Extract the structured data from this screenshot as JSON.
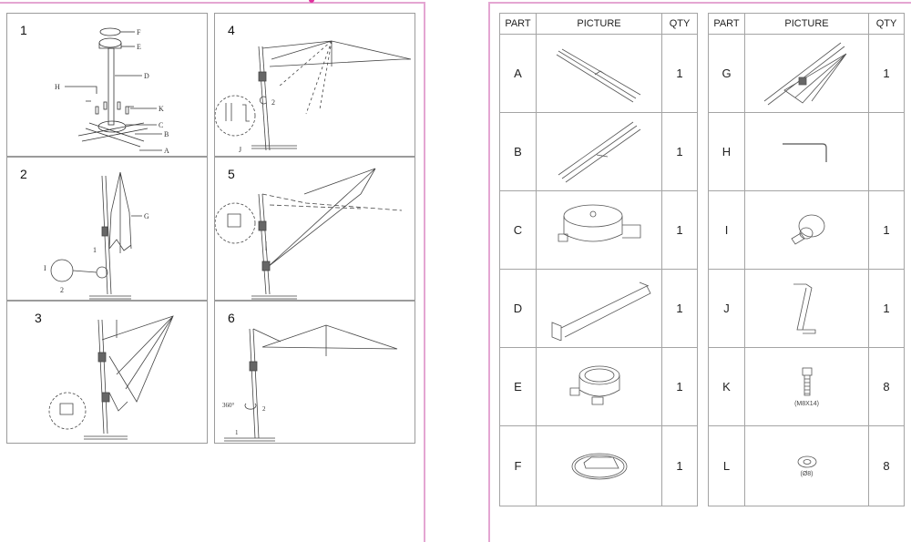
{
  "steps": [
    {
      "number": "1",
      "labels": [
        "F",
        "E",
        "D",
        "H",
        "K",
        "C",
        "B",
        "A"
      ]
    },
    {
      "number": "2",
      "labels": [
        "G",
        "I",
        "1",
        "2"
      ]
    },
    {
      "number": "3",
      "labels": []
    },
    {
      "number": "4",
      "labels": [
        "J",
        "2"
      ]
    },
    {
      "number": "5",
      "labels": []
    },
    {
      "number": "6",
      "labels": [
        "360°",
        "2",
        "1"
      ]
    }
  ],
  "parts_table": {
    "headers": {
      "part": "PART",
      "picture": "PICTURE",
      "qty": "QTY"
    },
    "left": [
      {
        "part": "A",
        "picture": "base-bar-icon",
        "note": "",
        "qty": "1"
      },
      {
        "part": "B",
        "picture": "base-bar-notched-icon",
        "note": "",
        "qty": "1"
      },
      {
        "part": "C",
        "picture": "rotating-base-icon",
        "note": "",
        "qty": "1"
      },
      {
        "part": "D",
        "picture": "pole-icon",
        "note": "",
        "qty": "1"
      },
      {
        "part": "E",
        "picture": "pole-cap-icon",
        "note": "",
        "qty": "1"
      },
      {
        "part": "F",
        "picture": "cover-ring-icon",
        "note": "",
        "qty": "1"
      }
    ],
    "right": [
      {
        "part": "G",
        "picture": "umbrella-canopy-icon",
        "note": "",
        "qty": "1"
      },
      {
        "part": "H",
        "picture": "allen-key-icon",
        "note": "",
        "qty": ""
      },
      {
        "part": "I",
        "picture": "knob-screw-icon",
        "note": "",
        "qty": "1"
      },
      {
        "part": "J",
        "picture": "crank-handle-icon",
        "note": "",
        "qty": "1"
      },
      {
        "part": "K",
        "picture": "bolt-icon",
        "note": "(M8X14)",
        "qty": "8"
      },
      {
        "part": "L",
        "picture": "washer-icon",
        "note": "(Ø8)",
        "qty": "8"
      }
    ]
  },
  "colors": {
    "page_border": "#e4a6d2",
    "line": "#a4a4a4",
    "mark": "#e0329e"
  }
}
